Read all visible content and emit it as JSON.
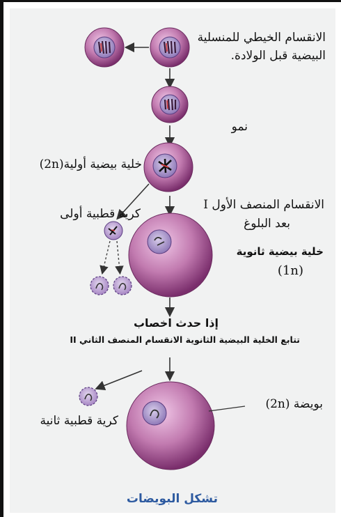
{
  "labels": {
    "mitosis_before_birth_line1": "الانقسام الخيطي للمنسلية",
    "mitosis_before_birth_line2": "البيضية قبل الولادة.",
    "growth": "نمو",
    "primary_oocyte": "خلية بيضية أولية(2n)",
    "meiosis_one_line1": "الانقسام المنصف الأول I",
    "meiosis_one_line2": "بعد البلوغ",
    "first_polar_body": "كرية قطبية أولى",
    "secondary_oocyte": "خلية بيضية ثانوية",
    "secondary_oocyte_ploidy": "(1n)",
    "if_fertilization": "إذا حدث اخصاب",
    "meiosis_two": "تتابع الخلية البيضية الثانوية الانقسام المنصف الثاني  II",
    "ovum": "بويضة (2n)",
    "second_polar_body": "كرية قطبية ثانية",
    "title": "تشكل البويضات"
  },
  "colors": {
    "cell_light": "#e6b8da",
    "cell_mid": "#c27bb0",
    "cell_dark": "#7a2e6c",
    "nucleus": "#b9a3d8",
    "arrow": "#333333",
    "title": "#2d5aa0"
  }
}
